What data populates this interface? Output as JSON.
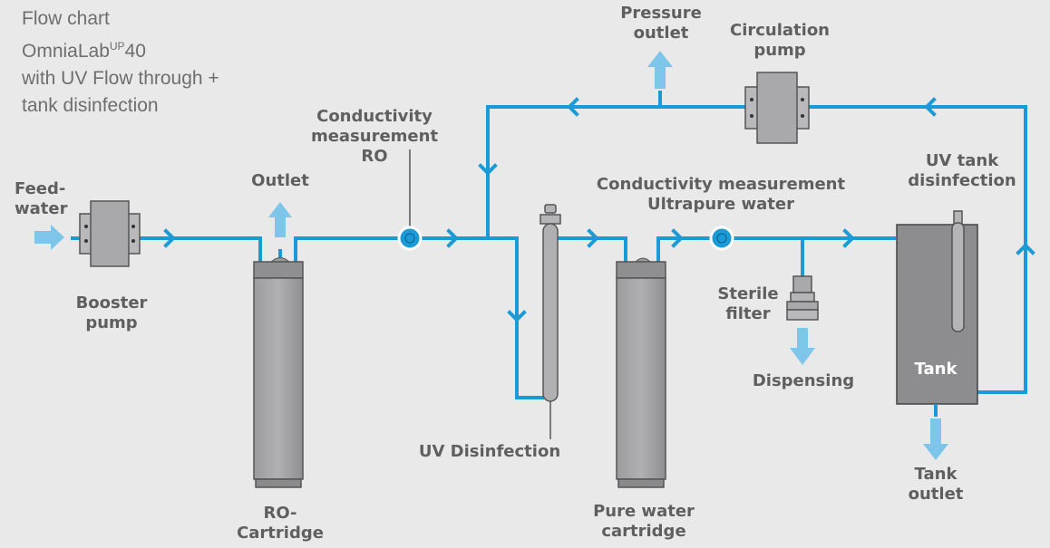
{
  "title": {
    "line1": "Flow chart",
    "line2_main": "OmniaLab",
    "line2_sup": "UP",
    "line2_tail": "40",
    "line3": "with UV Flow through +",
    "line4": "tank disinfection"
  },
  "labels": {
    "feed_water": [
      "Feed-",
      "water"
    ],
    "booster_pump": [
      "Booster",
      "pump"
    ],
    "outlet": [
      "Outlet"
    ],
    "ro_cartridge": [
      "RO-",
      "Cartridge"
    ],
    "conductivity_ro": [
      "Conductivity",
      "measurement",
      "RO"
    ],
    "uv_disinfection": [
      "UV Disinfection"
    ],
    "pressure_outlet": [
      "Pressure",
      "outlet"
    ],
    "circulation_pump": [
      "Circulation",
      "pump"
    ],
    "conductivity_up": [
      "Conductivity measurement",
      "Ultrapure water"
    ],
    "pure_water_cartridge": [
      "Pure water",
      "cartridge"
    ],
    "sterile_filter": [
      "Sterile",
      "filter"
    ],
    "dispensing": [
      "Dispensing"
    ],
    "uv_tank_disinfection": [
      "UV tank",
      "disinfection"
    ],
    "tank": [
      "Tank"
    ],
    "tank_outlet": [
      "Tank",
      "outlet"
    ]
  },
  "colors": {
    "background": "#e9e9e9",
    "pipe": "#1a9ad6",
    "outlet_arrow": "#7ec5ea",
    "component": "#a7a7a9",
    "component_dark": "#8a8a8c",
    "text": "#5f5f5f"
  }
}
